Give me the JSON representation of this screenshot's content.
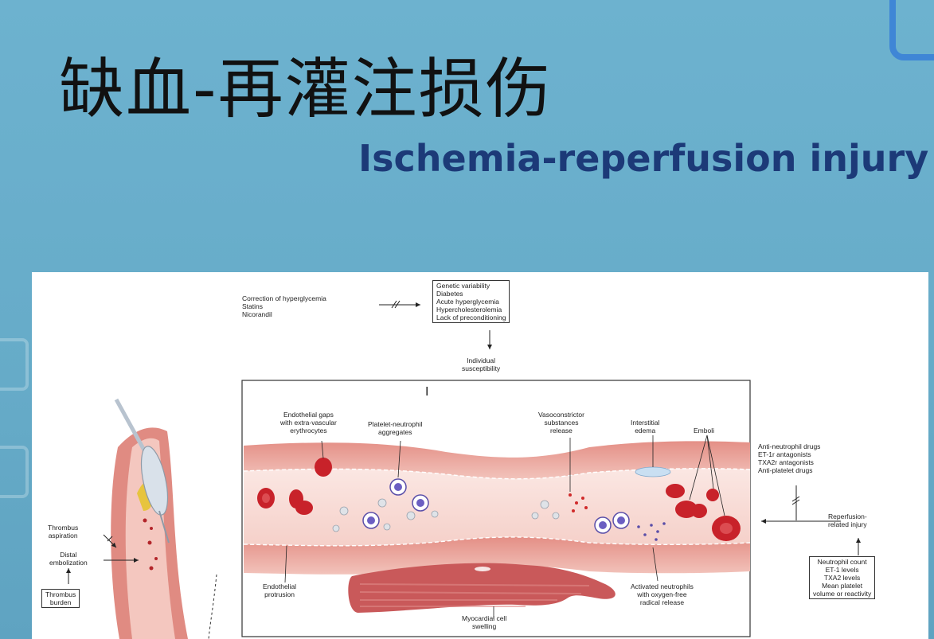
{
  "slide": {
    "title_cn": "缺血-再灌注损伤",
    "title_en": "Ischemia-reperfusion injury"
  },
  "colors": {
    "background": "#6aaecb",
    "title_en": "#1c3a78",
    "vessel": "#e9a39a",
    "rbc": "#c8222a",
    "corner": "#3f86d6"
  },
  "diagram": {
    "treatments_top": "Correction of hyperglycemia\nStatins\nNicorandil",
    "risk_box": "Genetic variability\nDiabetes\nAcute hyperglycemia\nHypercholesterolemia\nLack of preconditioning",
    "individual_susceptibility": "Individual\nsusceptibility",
    "endothelial_gaps": "Endothelial gaps\nwith extra-vascular\nerythrocytes",
    "platelet_neutrophil": "Platelet-neutrophil\naggregates",
    "vasoconstrictor": "Vasoconstrictor\nsubstances\nrelease",
    "interstitial_edema": "Interstitial\nedema",
    "emboli": "Emboli",
    "anti_drugs": "Anti-neutrophil drugs\nET-1r antagonists\nTXA2r antagonists\nAnti-platelet drugs",
    "reperfusion_injury": "Reperfusion-\nrelated injury",
    "markers_box": "Neutrophil count\nET-1 levels\nTXA2 levels\nMean platelet\nvolume or reactivity",
    "endothelial_protrusion": "Endothelial\nprotrusion",
    "myocardial_swelling": "Myocardial cell\nswelling",
    "activated_neutrophils": "Activated neutrophils\nwith oxygen-free\nradical release",
    "thrombus_aspiration": "Thrombus\naspiration",
    "distal_embolization": "Distal\nembolization",
    "thrombus_burden": "Thrombus\nburden",
    "cursor_glyph": "I"
  }
}
